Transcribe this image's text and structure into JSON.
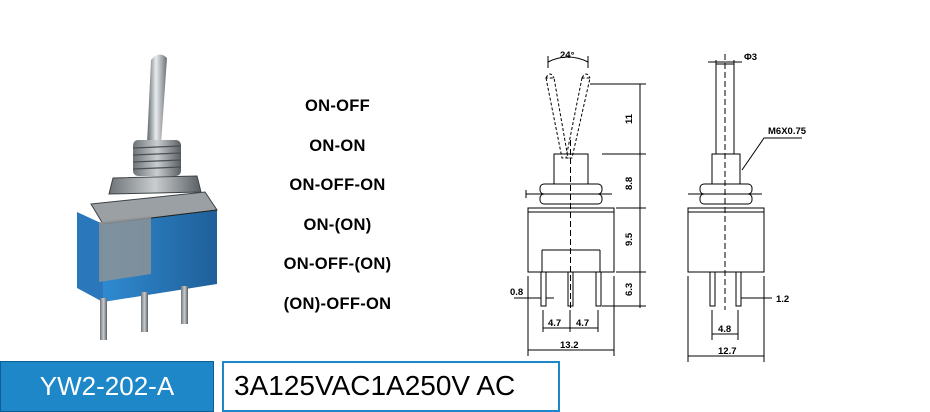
{
  "modes": [
    "ON-OFF",
    "ON-ON",
    "ON-OFF-ON",
    "ON-(ON)",
    "ON-OFF-(ON)",
    "(ON)-OFF-ON"
  ],
  "model": "YW2-202-A",
  "rating": "3A125VAC1A250V AC",
  "dimensions": {
    "angle": "24°",
    "phi": "Φ3",
    "thread": "M6X0.75",
    "lever_h": "11",
    "bush_h": "8.8",
    "body_h": "9.5",
    "pin_h": "6.3",
    "pin_w": "0.8",
    "pitch_a": "4.7",
    "pitch_b": "4.7",
    "width_front": "13.2",
    "side_pitch": "4.8",
    "width_side": "12.7",
    "side_pin": "1.2"
  },
  "colors": {
    "accent": "#1e87c8",
    "body_blue": "#2f7fc1"
  }
}
